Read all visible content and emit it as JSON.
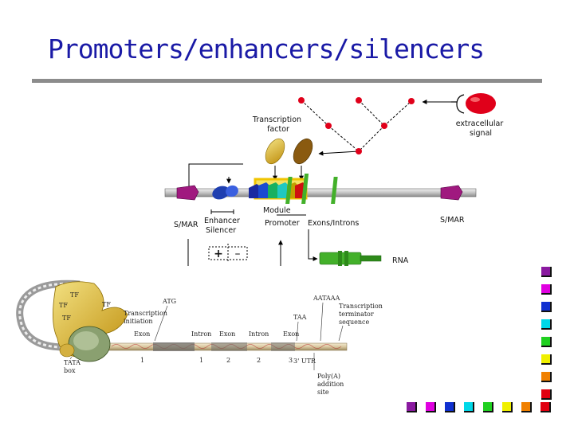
{
  "slide": {
    "title": "Promoters/enhancers/silencers"
  },
  "top_diagram": {
    "transcription_factor": [
      "Transcription",
      "factor"
    ],
    "extracellular_signal": [
      "extracellular",
      "signal"
    ],
    "smar_left": "S/MAR",
    "smar_right": "S/MAR",
    "enhancer": "Enhancer",
    "silencer": "Silencer",
    "module": "Module",
    "promoter": "Promoter",
    "exons_introns": "Exons/Introns",
    "rna": "RNA",
    "plus_sign": "+",
    "minus_sign": "–"
  },
  "bottom_diagram": {
    "tf_labels": [
      "TF",
      "TF",
      "TF",
      "TF"
    ],
    "transcription_initiation": [
      "Transcription",
      "initiation"
    ],
    "atg": "ATG",
    "aataaa": "AATAAA",
    "transcription_terminator": [
      "Transcription",
      "terminator",
      "sequence"
    ],
    "exon": "Exon",
    "intron": "Intron",
    "taa": "TAA",
    "segment_numbers": [
      "1",
      "1",
      "2",
      "2",
      "3"
    ],
    "utr": "3' UTR",
    "poly_a": [
      "Poly(A)",
      "addition",
      "site"
    ],
    "tata": [
      "TATA",
      "box"
    ]
  },
  "colors": {
    "title": "#1a1aa6",
    "rule": "#8c8c8c",
    "signal": "#e0001a",
    "dna_bar": "#c8c8c8",
    "smar": "#a0197f",
    "enhancer": "#1f3fb0",
    "module_frame": "#f0c400",
    "exon_green": "#43b02a",
    "tf_gold": "#d9c02a",
    "tf_brown": "#8a5a10"
  },
  "decor_squares": {
    "colors": [
      "#8a1aa0",
      "#e000e0",
      "#1030d0",
      "#00d8e8",
      "#20d020",
      "#f0f000",
      "#f08000",
      "#e00010"
    ]
  }
}
